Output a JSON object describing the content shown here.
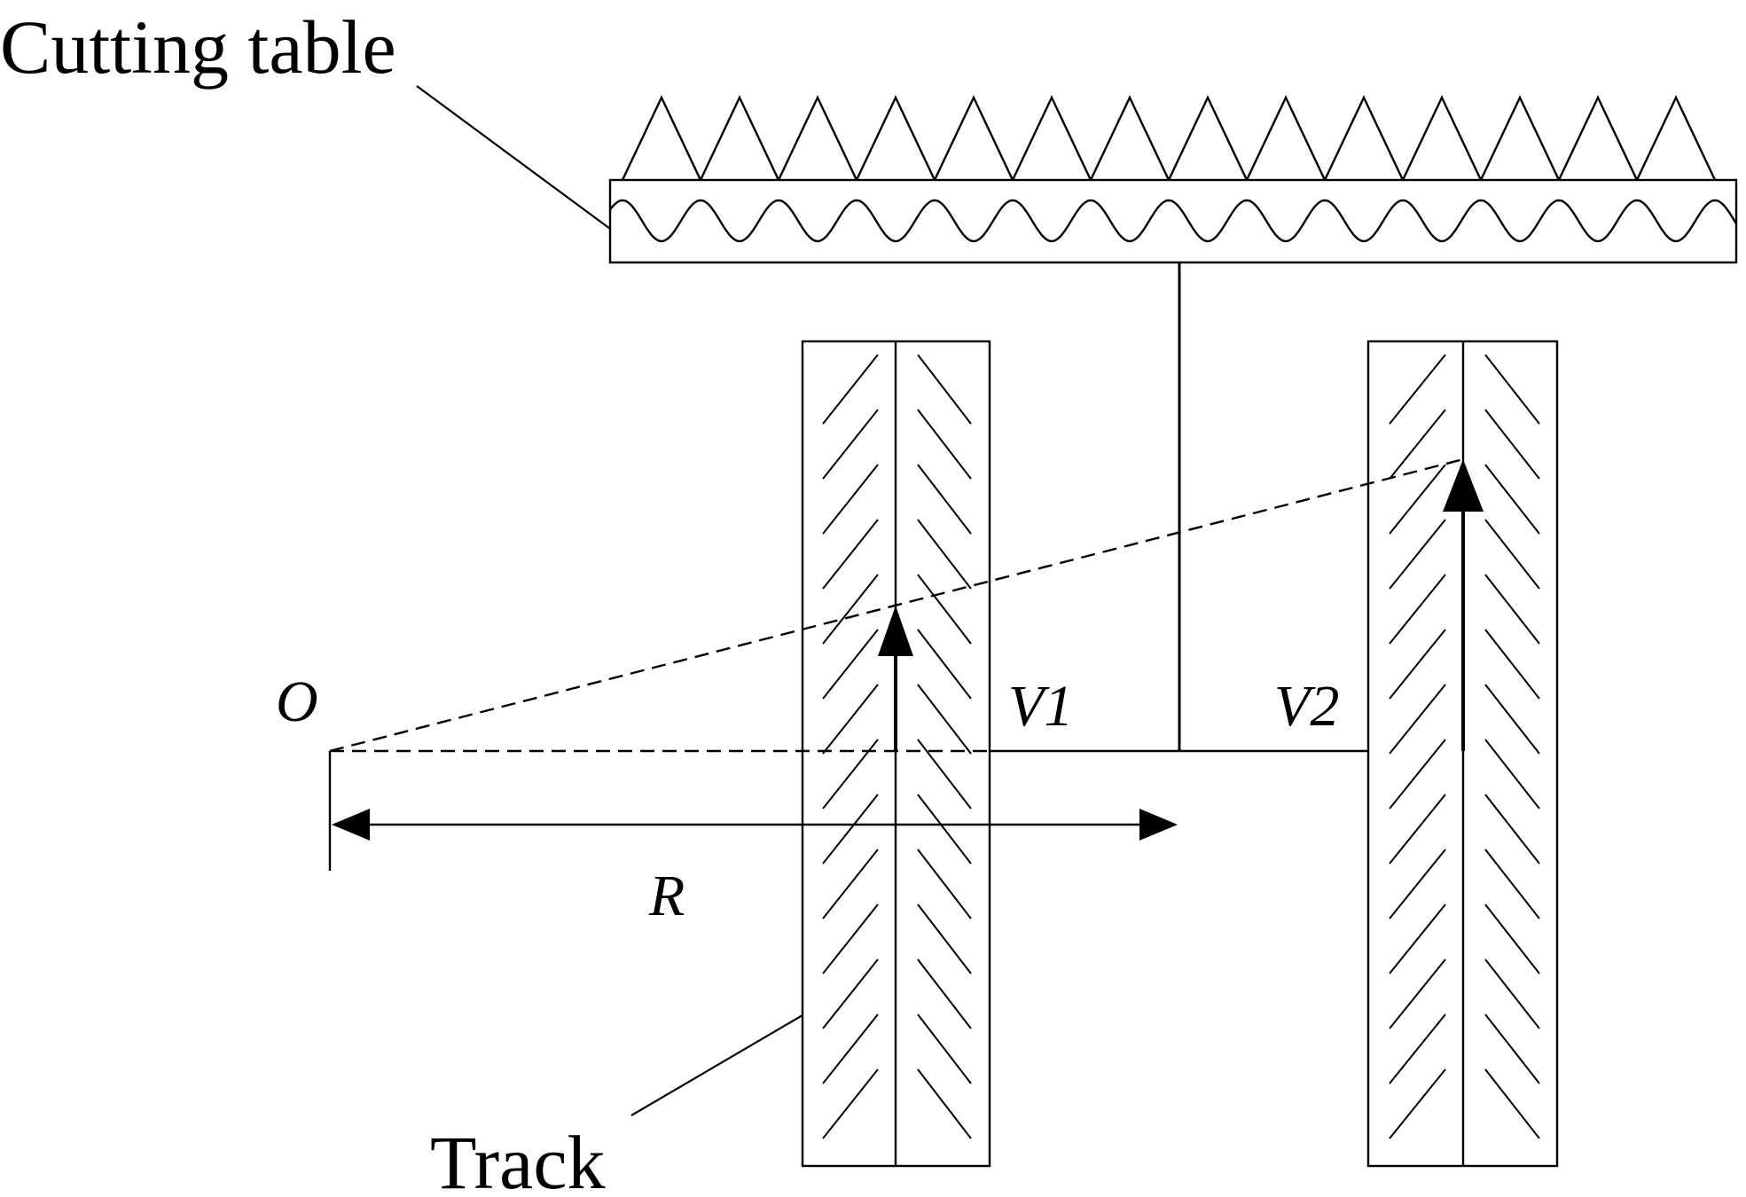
{
  "labels": {
    "cutting_table": "Cutting table",
    "track": "Track",
    "origin": "O",
    "radius": "R",
    "v1": "V1",
    "v2": "V2"
  },
  "colors": {
    "line": "#000000",
    "background": "#ffffff"
  }
}
